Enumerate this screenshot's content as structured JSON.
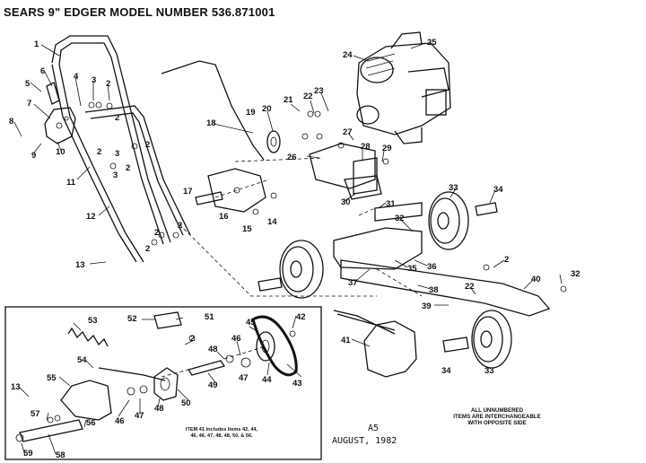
{
  "title": "SEARS 9\" EDGER MODEL NUMBER 536.871001",
  "callouts": [
    {
      "id": "1"
    },
    {
      "id": "6"
    },
    {
      "id": "5"
    },
    {
      "id": "4"
    },
    {
      "id": "3"
    },
    {
      "id": "2"
    },
    {
      "id": "7"
    },
    {
      "id": "8"
    },
    {
      "id": "9"
    },
    {
      "id": "10"
    },
    {
      "id": "11"
    },
    {
      "id": "12"
    },
    {
      "id": "13"
    },
    {
      "id": "16"
    },
    {
      "id": "17"
    },
    {
      "id": "15"
    },
    {
      "id": "14"
    },
    {
      "id": "18"
    },
    {
      "id": "19"
    },
    {
      "id": "20"
    },
    {
      "id": "21"
    },
    {
      "id": "22"
    },
    {
      "id": "23"
    },
    {
      "id": "24"
    },
    {
      "id": "25"
    },
    {
      "id": "26"
    },
    {
      "id": "27"
    },
    {
      "id": "28"
    },
    {
      "id": "29"
    },
    {
      "id": "30"
    },
    {
      "id": "31"
    },
    {
      "id": "32"
    },
    {
      "id": "33"
    },
    {
      "id": "34"
    },
    {
      "id": "35"
    },
    {
      "id": "36"
    },
    {
      "id": "37"
    },
    {
      "id": "38"
    },
    {
      "id": "39"
    },
    {
      "id": "40"
    },
    {
      "id": "41"
    },
    {
      "id": "42"
    },
    {
      "id": "43"
    },
    {
      "id": "44"
    },
    {
      "id": "45"
    },
    {
      "id": "46"
    },
    {
      "id": "47"
    },
    {
      "id": "48"
    },
    {
      "id": "49"
    },
    {
      "id": "50"
    },
    {
      "id": "51"
    },
    {
      "id": "52"
    },
    {
      "id": "53"
    },
    {
      "id": "54"
    },
    {
      "id": "55"
    },
    {
      "id": "56"
    },
    {
      "id": "57"
    },
    {
      "id": "58"
    },
    {
      "id": "59"
    }
  ],
  "notes": {
    "item41_line1": "ITEM 41 includes Items 42, 44,",
    "item41_line2": "46, 46, 47, 48, 48, 50, & 56.",
    "unnumbered_line1": "ALL UNNUMBERED",
    "unnumbered_line2": "ITEMS ARE INTERCHANGEABLE",
    "unnumbered_line3": "WITH OPPOSITE SIDE"
  },
  "footer": {
    "code": "A5",
    "date": "AUGUST, 1982"
  }
}
